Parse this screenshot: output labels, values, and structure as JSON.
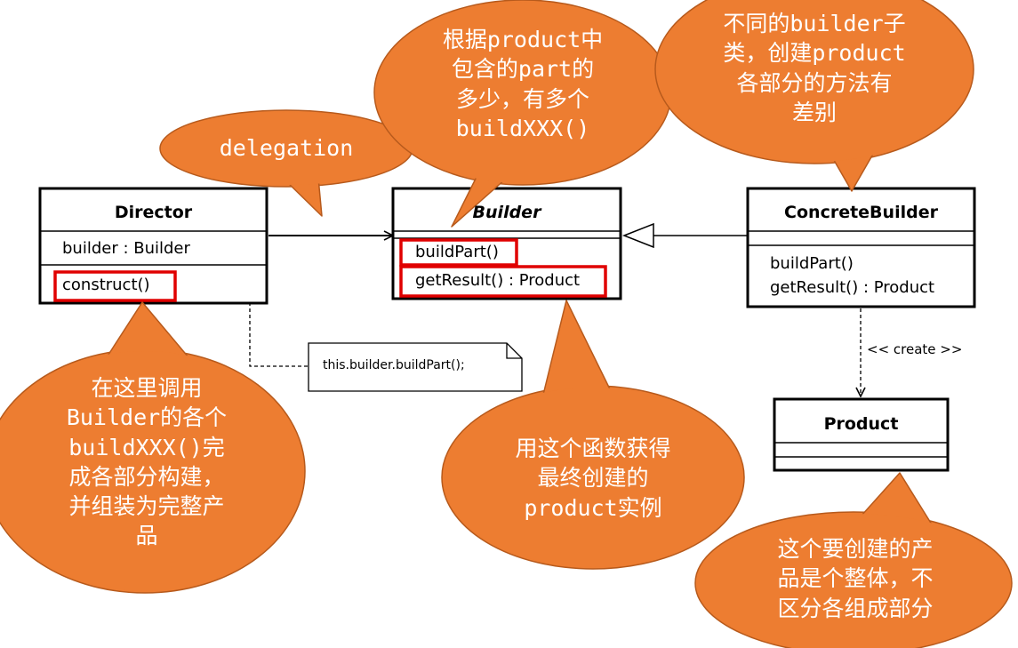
{
  "classes": {
    "director": {
      "name": "Director",
      "attribute": "builder : Builder",
      "method": "construct()"
    },
    "builder": {
      "name": "Builder",
      "methods": [
        "buildPart()",
        "getResult() : Product"
      ]
    },
    "concrete_builder": {
      "name": "ConcreteBuilder",
      "methods": [
        "buildPart()",
        "getResult() : Product"
      ]
    },
    "product": {
      "name": "Product"
    }
  },
  "note": "this.builder.buildPart();",
  "create_label": "<< create >>",
  "colors": {
    "bubble_fill": "#ED7D31",
    "bubble_stroke": "#B75A1C",
    "highlight": "#E00000",
    "bubble_text": "#FFFFFF"
  },
  "bubbles": {
    "delegation": [
      "delegation"
    ],
    "part_count": [
      "根据product中",
      "包含的part的",
      "多少，有多个",
      "buildXXX()"
    ],
    "subclass": [
      "不同的builder子",
      "类，创建product",
      "各部分的方法有",
      "差别"
    ],
    "construct_call": [
      "在这里调用",
      "Builder的各个",
      "buildXXX()完",
      "成各部分构建，",
      "并组装为完整产",
      "品"
    ],
    "get_result": [
      "用这个函数获得",
      "最终创建的",
      "product实例"
    ],
    "product_whole": [
      "这个要创建的产",
      "品是个整体，不",
      "区分各组成部分"
    ]
  }
}
